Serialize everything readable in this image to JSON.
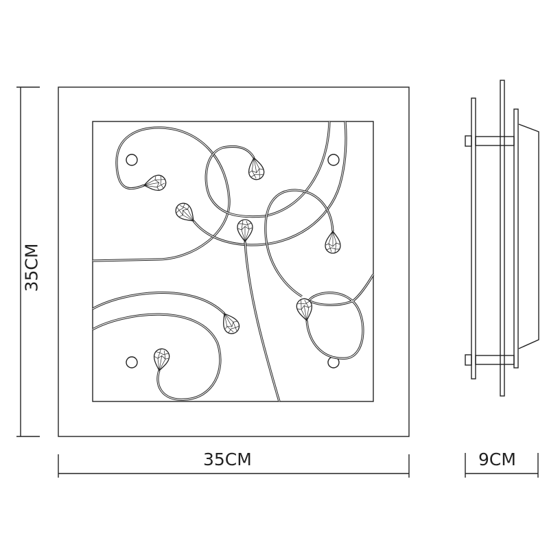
{
  "dimensions": {
    "height_label": "35CM",
    "width_label": "35CM",
    "depth_label": "9CM"
  },
  "colors": {
    "line": "#222222",
    "background": "#ffffff"
  }
}
